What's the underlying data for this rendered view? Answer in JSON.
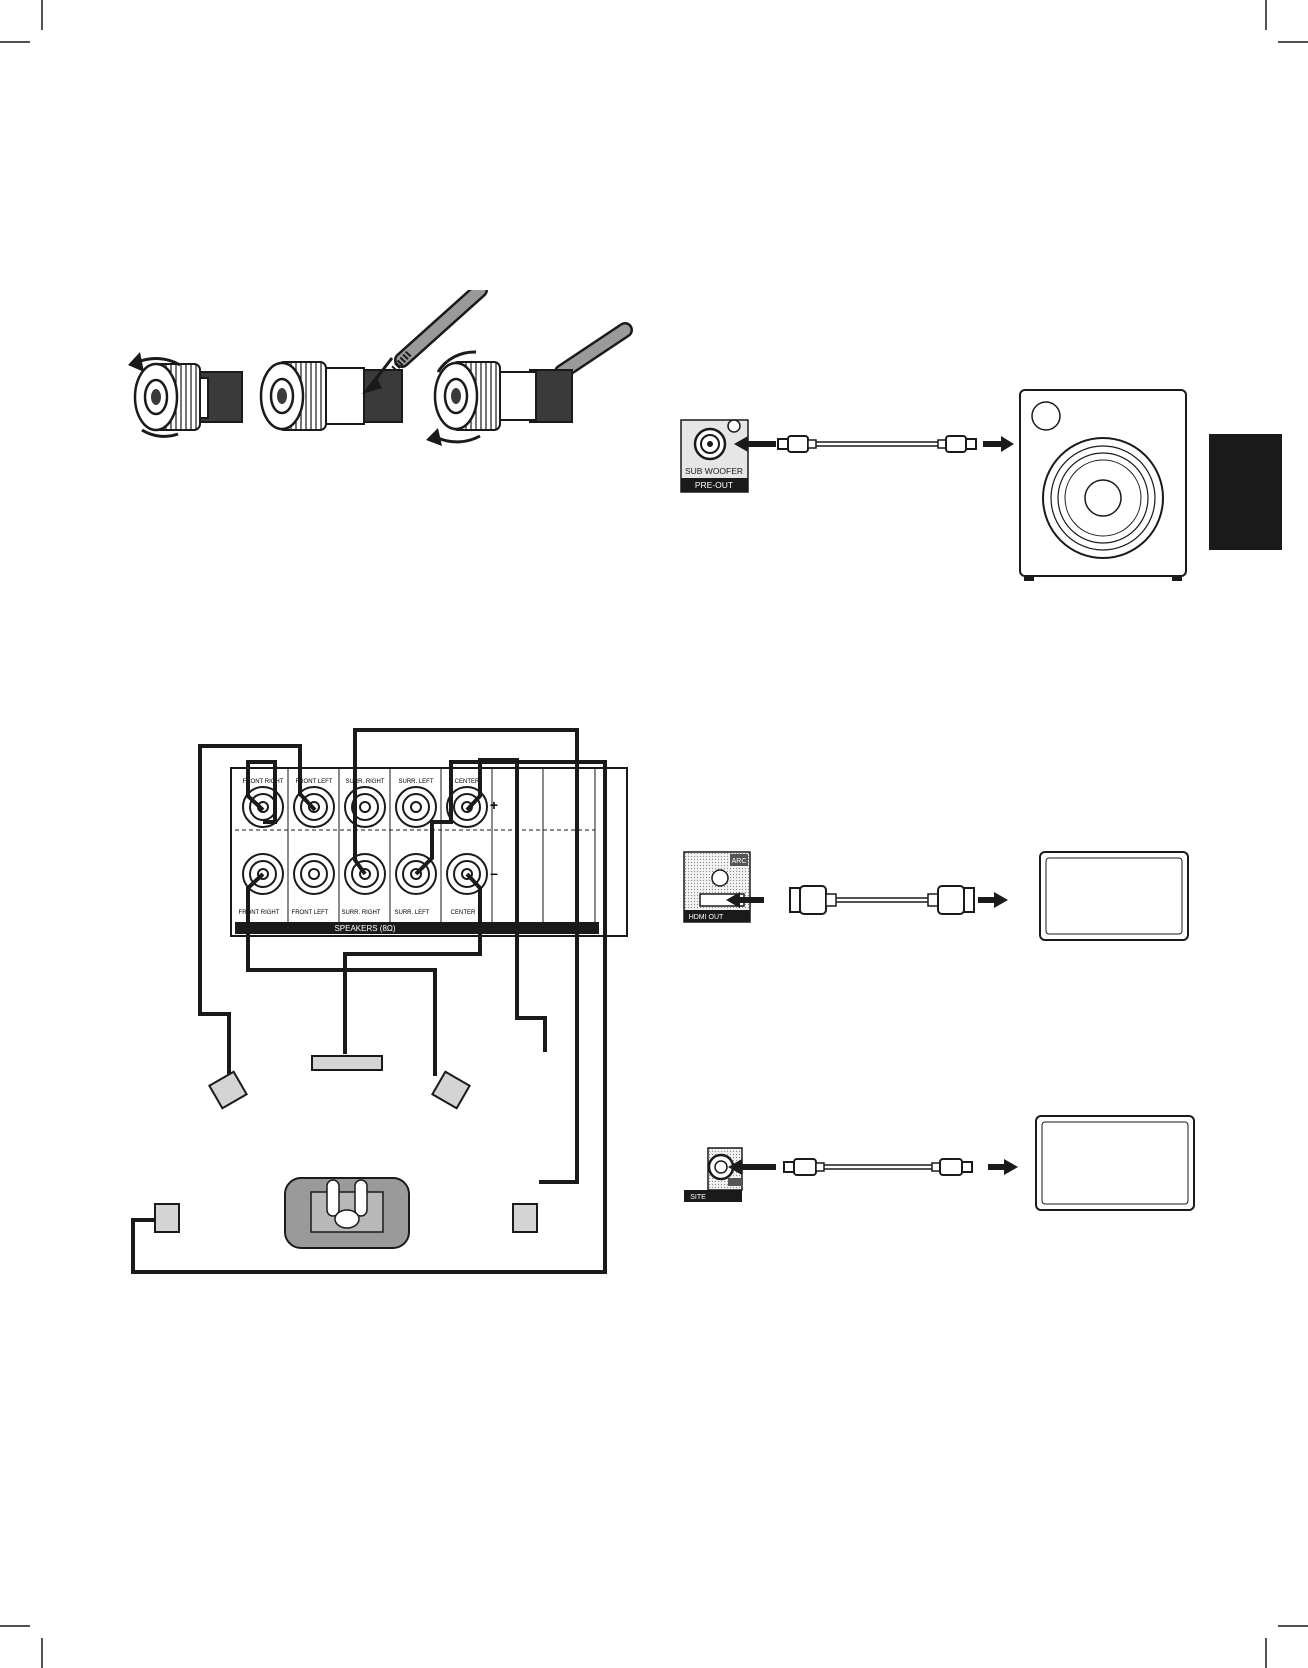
{
  "binding_post_panel": {
    "columns": [
      {
        "top_label": "FRONT RIGHT",
        "bottom_label": "FRONT RIGHT"
      },
      {
        "top_label": "FRONT LEFT",
        "bottom_label": "FRONT LEFT"
      },
      {
        "top_label": "SURR. RIGHT",
        "bottom_label": "SURR. RIGHT"
      },
      {
        "top_label": "SURR. LEFT",
        "bottom_label": "SURR. LEFT"
      },
      {
        "top_label": "CENTER",
        "bottom_label": "CENTER"
      }
    ],
    "plus_sign": "+",
    "minus_sign": "–",
    "footer": "SPEAKERS (8Ω)"
  },
  "subwoofer_jack": {
    "label": "SUB WOOFER",
    "section_label": "PRE-OUT"
  },
  "hdmi_jack": {
    "badge": "ARC",
    "label": "HDMI OUT"
  },
  "video_jack": {
    "label": "SITE"
  },
  "colors": {
    "ink": "#1a1a1a",
    "fill_gray": "#9a9a9a",
    "light_gray": "#d4d4d4",
    "panel_gray": "#e6e6e6"
  }
}
